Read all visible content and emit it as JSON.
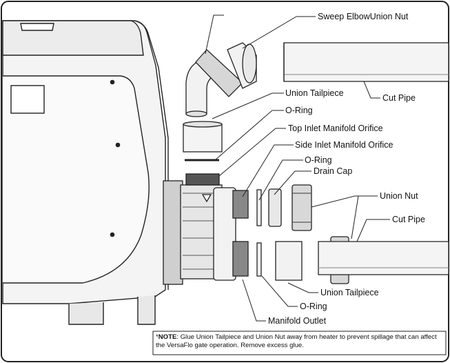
{
  "labels": {
    "sweep_elbow_union_nut": "Sweep ElbowUnion Nut",
    "union_tailpiece_top": "Union Tailpiece",
    "cut_pipe_top": "Cut Pipe",
    "o_ring_top": "O-Ring",
    "top_inlet_manifold_orifice": "Top Inlet Manifold Orifice",
    "side_inlet_manifold_orifice": "Side Inlet Manifold Orifice",
    "o_ring_side": "O-Ring",
    "drain_cap": "Drain Cap",
    "union_nut": "Union Nut",
    "cut_pipe_bottom": "Cut Pipe",
    "union_tailpiece_bottom": "Union Tailpiece",
    "o_ring_bottom": "O-Ring",
    "manifold_outlet": "Manifold Outlet"
  },
  "note": {
    "prefix": "*",
    "keyword": "NOTE",
    "text": ": Glue Union Tailpiece and Union Nut away from heater to prevent spillage that can affect the VersaFlo gate operation. Remove excess glue."
  },
  "colors": {
    "line": "#222222",
    "part_fill": "#f2f2f2",
    "shade": "#d4d4d4",
    "dark": "#555555"
  }
}
